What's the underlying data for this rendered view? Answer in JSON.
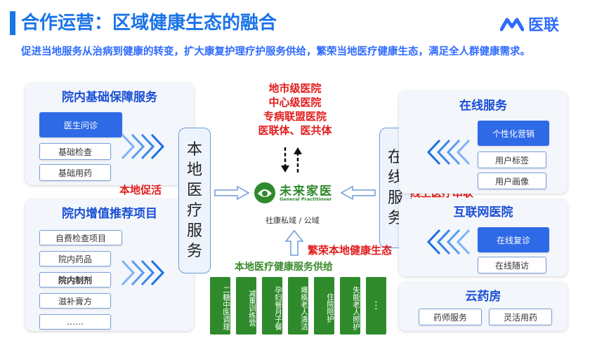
{
  "header": {
    "title": "合作运营：区域健康生态的融合",
    "brand": "医联",
    "subtitle": "促进当地服务从治病到健康的转变，扩大康复护理疗护服务供给，繁荣当地医疗健康生态，满足全人群健康需求。"
  },
  "left_top": {
    "title": "院内基础保障服务",
    "items": [
      "医生问诊",
      "基础检查",
      "基础用药"
    ]
  },
  "left_bottom": {
    "title": "院内增值推荐项目",
    "items": [
      "自费检查项目",
      "院内药品",
      "院内制剂",
      "滋补膏方",
      "……"
    ]
  },
  "center_left_box": [
    "本",
    "地",
    "医",
    "疗",
    "服",
    "务"
  ],
  "center_right_box": [
    "在",
    "线",
    "服",
    "务"
  ],
  "hospitals": [
    "地市级医院",
    "中心级医院",
    "专病联盟医院",
    "医联体、医共体"
  ],
  "labels": {
    "local_promote": "本地促活",
    "online_link": "线上医疗串联",
    "prosper": "繁荣本地健康生态",
    "supply": "本地医疗健康服务供给"
  },
  "logo": {
    "cn": "未来家医",
    "en": "General Practitioner",
    "sub": "社康私域 / 公域"
  },
  "supply_cols": [
    "二糖中医调理",
    "减重训练营",
    "孕妇餐月子餐",
    "瘫痪老人清洁",
    "住院陪护",
    "失能老人照护",
    "⋮"
  ],
  "right_top": {
    "title": "在线服务",
    "items": [
      "个性化营销",
      "用户标签",
      "用户画像"
    ]
  },
  "right_mid": {
    "title": "互联网医院",
    "items": [
      "在线复诊",
      "在线随访"
    ]
  },
  "right_bottom": {
    "title": "云药房",
    "items": [
      "药师服务",
      "灵活用药"
    ]
  },
  "colors": {
    "primary": "#1a73e8",
    "red": "#e21b1b",
    "green": "#2f8a2c"
  }
}
